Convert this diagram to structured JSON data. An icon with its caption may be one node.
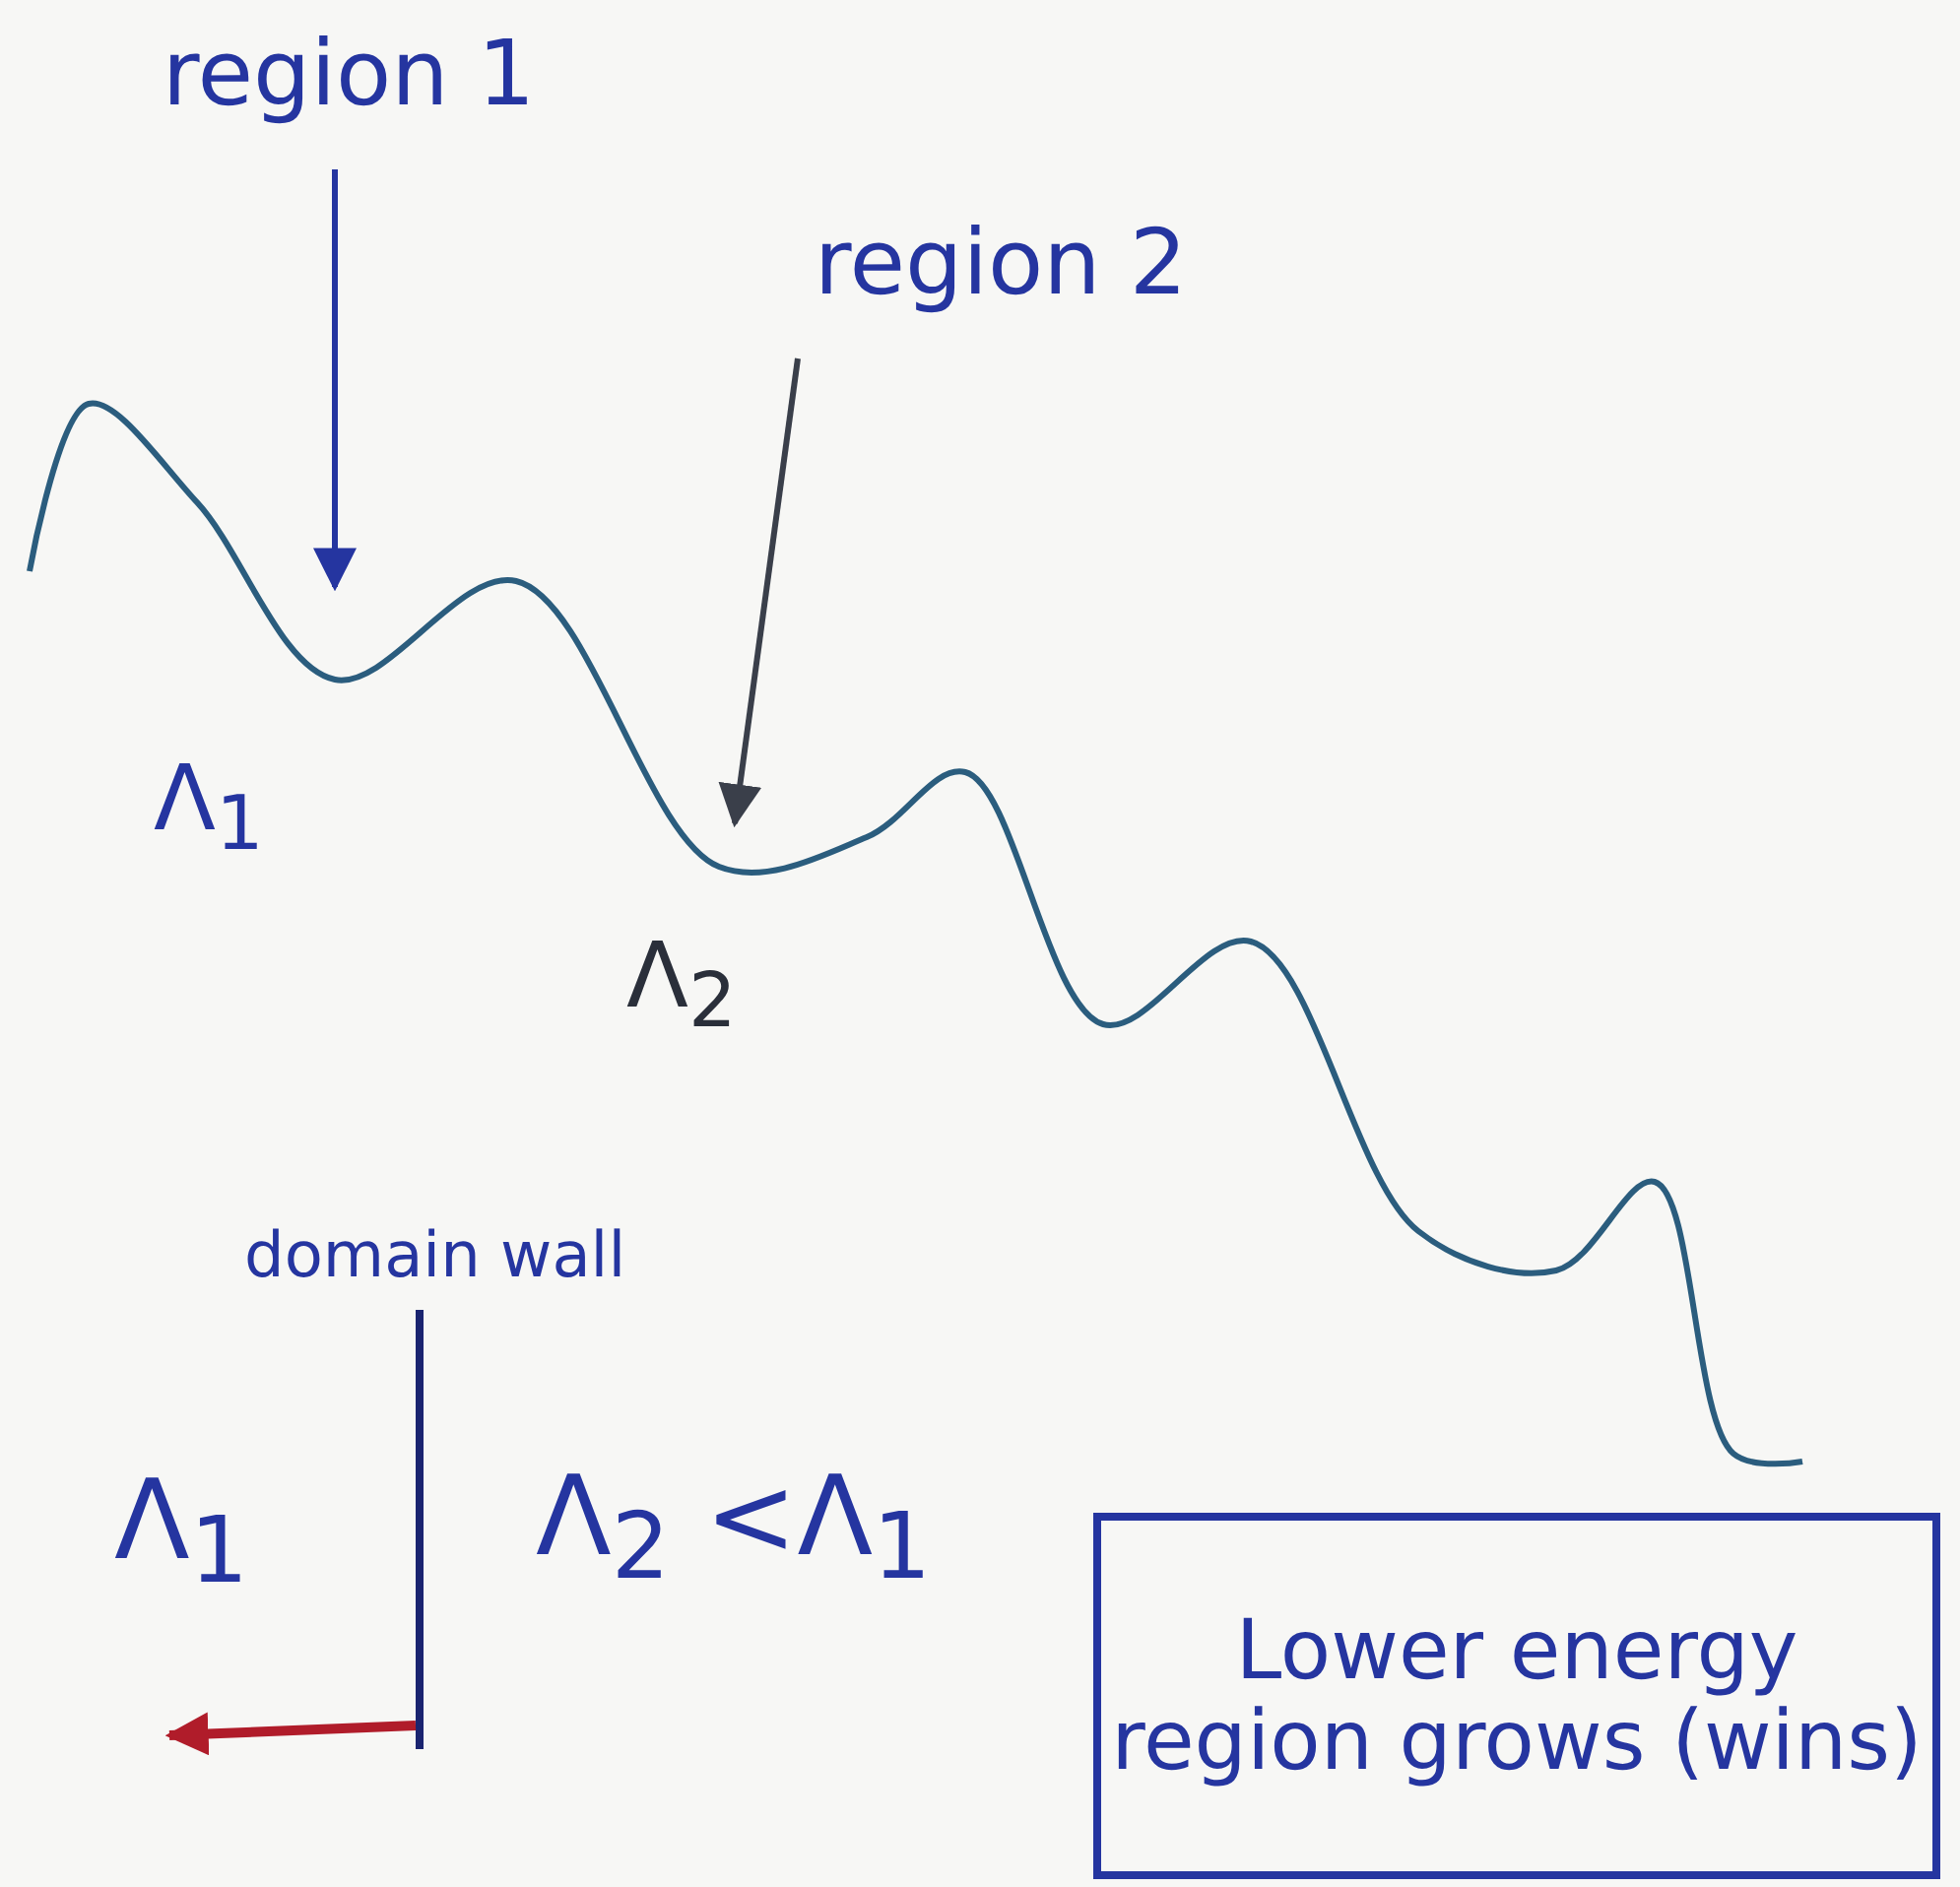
{
  "diagram": {
    "nodes": [
      {
        "text": [
          "region 1"
        ]
      },
      {
        "text": [
          "region 2"
        ]
      },
      {
        "text": [
          "Lower energy region grows (wins)"
        ]
      }
    ],
    "edges": [
      {
        "from": 0,
        "to": null,
        "arrow": "to"
      },
      {
        "from": 1,
        "to": null,
        "arrow": "to",
        "color": "#3a3f4a"
      }
    ],
    "labels": [
      "Λ$_{1}$",
      "Λ$_{2}$",
      "domain wall",
      "Λ$_{1}$",
      "Λ$_{2}$ <Λ$_{1}$"
    ]
  }
}
